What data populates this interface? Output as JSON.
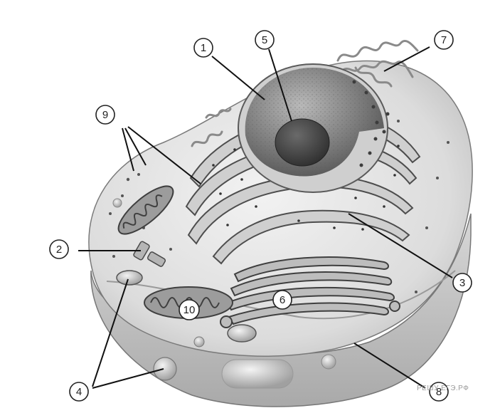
{
  "labels": [
    {
      "id": "1",
      "text": "1"
    },
    {
      "id": "2",
      "text": "2"
    },
    {
      "id": "3",
      "text": "3"
    },
    {
      "id": "4",
      "text": "4"
    },
    {
      "id": "5",
      "text": "5"
    },
    {
      "id": "6",
      "text": "6"
    },
    {
      "id": "7",
      "text": "7"
    },
    {
      "id": "8",
      "text": "8"
    },
    {
      "id": "9",
      "text": "9"
    },
    {
      "id": "10",
      "text": "10"
    }
  ],
  "watermark": "РЕШУ ЕГЭ.РФ"
}
